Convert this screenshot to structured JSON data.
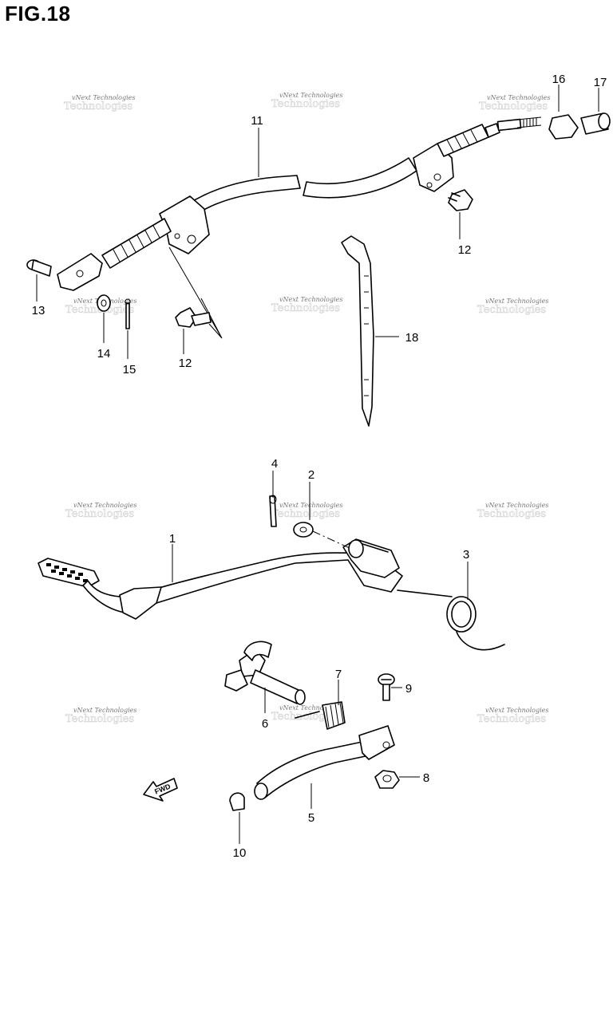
{
  "title": "FIG.18",
  "watermark": {
    "line1": "vNext Technologies",
    "line2": "Technologies"
  },
  "fwd_label": "FWD",
  "callouts": [
    {
      "num": "1"
    },
    {
      "num": "2"
    },
    {
      "num": "3"
    },
    {
      "num": "4"
    },
    {
      "num": "5"
    },
    {
      "num": "6"
    },
    {
      "num": "7"
    },
    {
      "num": "8"
    },
    {
      "num": "9"
    },
    {
      "num": "10"
    },
    {
      "num": "11"
    },
    {
      "num": "12"
    },
    {
      "num": "12"
    },
    {
      "num": "13"
    },
    {
      "num": "14"
    },
    {
      "num": "15"
    },
    {
      "num": "16"
    },
    {
      "num": "17"
    },
    {
      "num": "18"
    }
  ]
}
